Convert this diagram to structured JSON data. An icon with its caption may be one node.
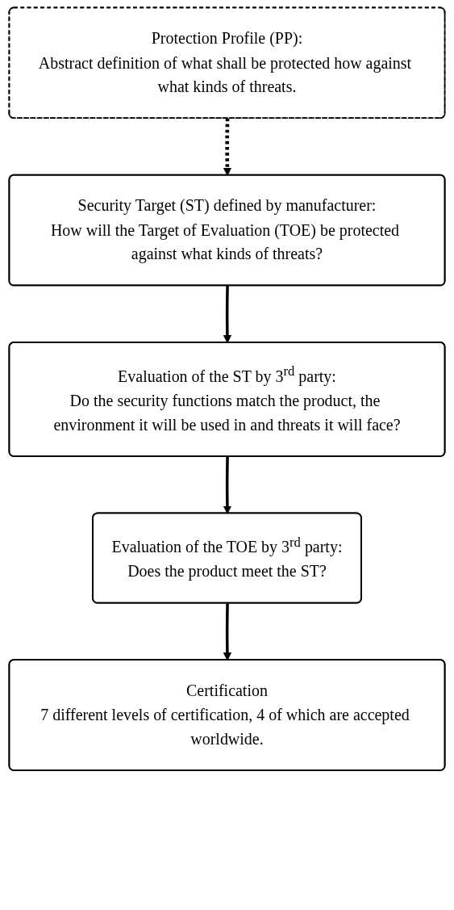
{
  "diagram": {
    "nodes": [
      {
        "text": [
          "Protection Profile (PP):",
          "Abstract definition of what shall be protected how against what kinds of threats."
        ]
      },
      {
        "text": [
          "Security Target (ST) defined by manufacturer:",
          "How will the Target of Evaluation (TOE) be protected against what kinds of threats?"
        ]
      },
      {
        "text": [
          "Evaluation of the ST by 3$^{rd}$ party:",
          "Do the security functions match the product, the environment it will be used in and threats it will face?"
        ]
      },
      {
        "text": [
          "Evaluation of the TOE by 3$^{rd}$ party:",
          "Does the product meet the ST?"
        ]
      },
      {
        "text": [
          "Certification",
          "7 different levels of certification, 4 of which are accepted worldwide."
        ]
      }
    ],
    "edges": [
      {
        "from": 0,
        "to": 1,
        "arrow": "to",
        "style": "dashed"
      },
      {
        "from": 1,
        "to": 2,
        "arrow": "to"
      },
      {
        "from": 2,
        "to": 3,
        "arrow": "to"
      },
      {
        "from": 3,
        "to": 4,
        "arrow": "to"
      }
    ]
  }
}
